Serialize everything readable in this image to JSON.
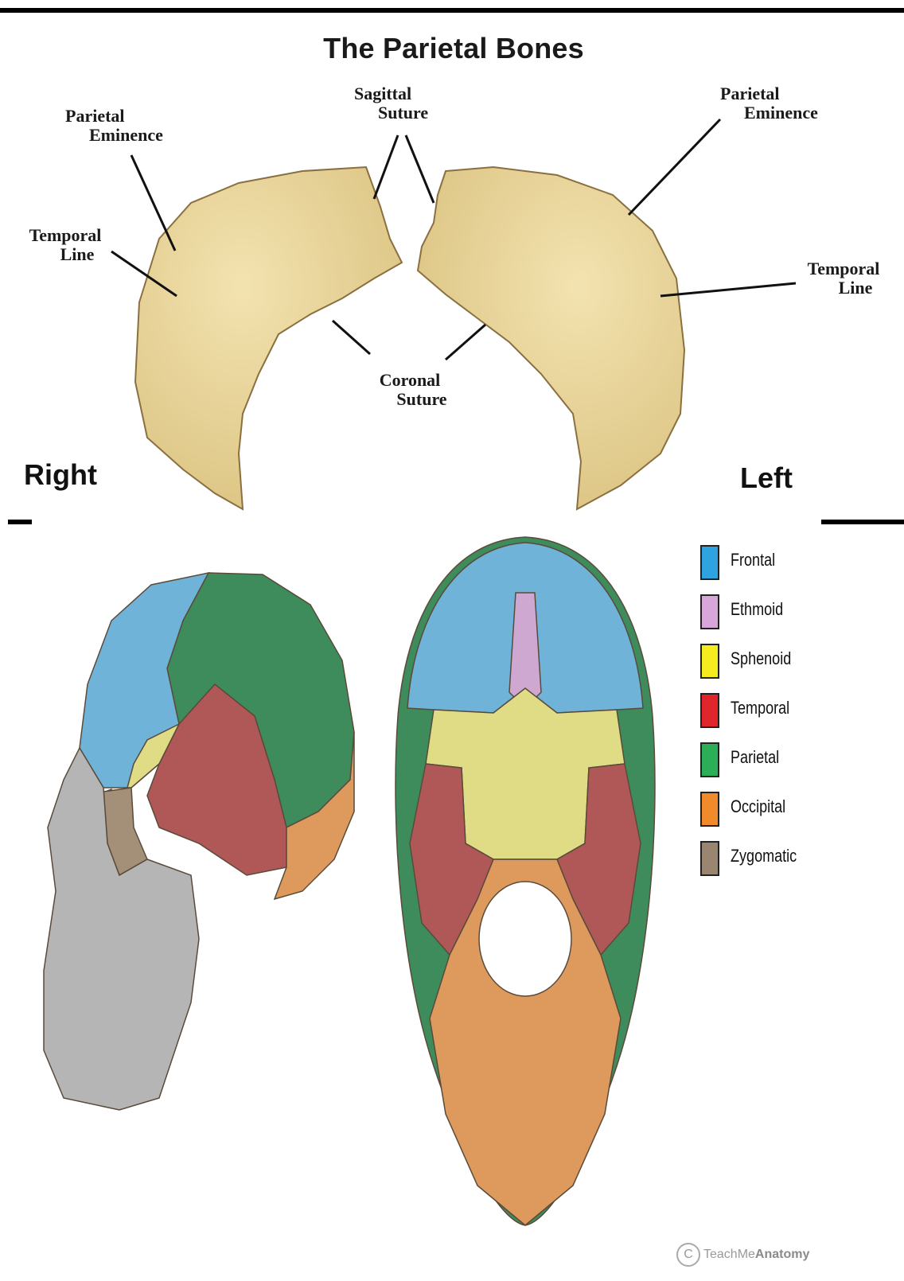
{
  "title": "The Parietal Bones",
  "labels": {
    "parietal_eminence_right": "Parietal\nEminence",
    "temporal_line_right": "Temporal\nLine",
    "sagittal_suture": "Sagittal\nSuture",
    "parietal_eminence_left": "Parietal\nEminence",
    "temporal_line_left": "Temporal\nLine",
    "coronal_suture": "Coronal\nSuture"
  },
  "sides": {
    "right": "Right",
    "left": "Left"
  },
  "legend": [
    {
      "label": "Frontal",
      "color": "#2fa3e0"
    },
    {
      "label": "Ethmoid",
      "color": "#d9a6d9"
    },
    {
      "label": "Sphenoid",
      "color": "#f5eb1e"
    },
    {
      "label": "Temporal",
      "color": "#e0262b"
    },
    {
      "label": "Parietal",
      "color": "#2bae55"
    },
    {
      "label": "Occipital",
      "color": "#f08a2a"
    },
    {
      "label": "Zygomatic",
      "color": "#9a8570"
    }
  ],
  "colors": {
    "bone": "#e6d29a",
    "frontal": "#6fb3d9",
    "ethmoid": "#cfa8d2",
    "sphenoid": "#e0dc86",
    "temporal": "#b05858",
    "parietal": "#3e8c5c",
    "occipital": "#dd9a5c",
    "zygomatic": "#a48f79",
    "face": "#b5b5b5"
  },
  "credit": {
    "prefix": "TeachMe",
    "brand": "Anatomy"
  }
}
